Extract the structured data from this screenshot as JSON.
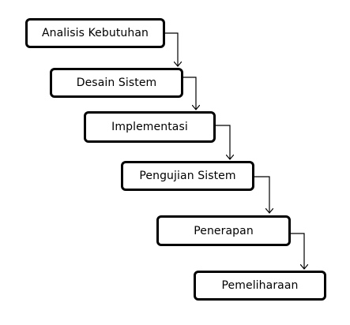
{
  "steps": [
    {
      "label": "Analisis Kebutuhan"
    },
    {
      "label": "Desain Sistem"
    },
    {
      "label": "Implementasi"
    },
    {
      "label": "Pengujian Sistem"
    },
    {
      "label": "Penerapan"
    },
    {
      "label": "Pemeliharaan"
    }
  ],
  "colors": {
    "stroke": "#000000",
    "background": "#ffffff"
  }
}
